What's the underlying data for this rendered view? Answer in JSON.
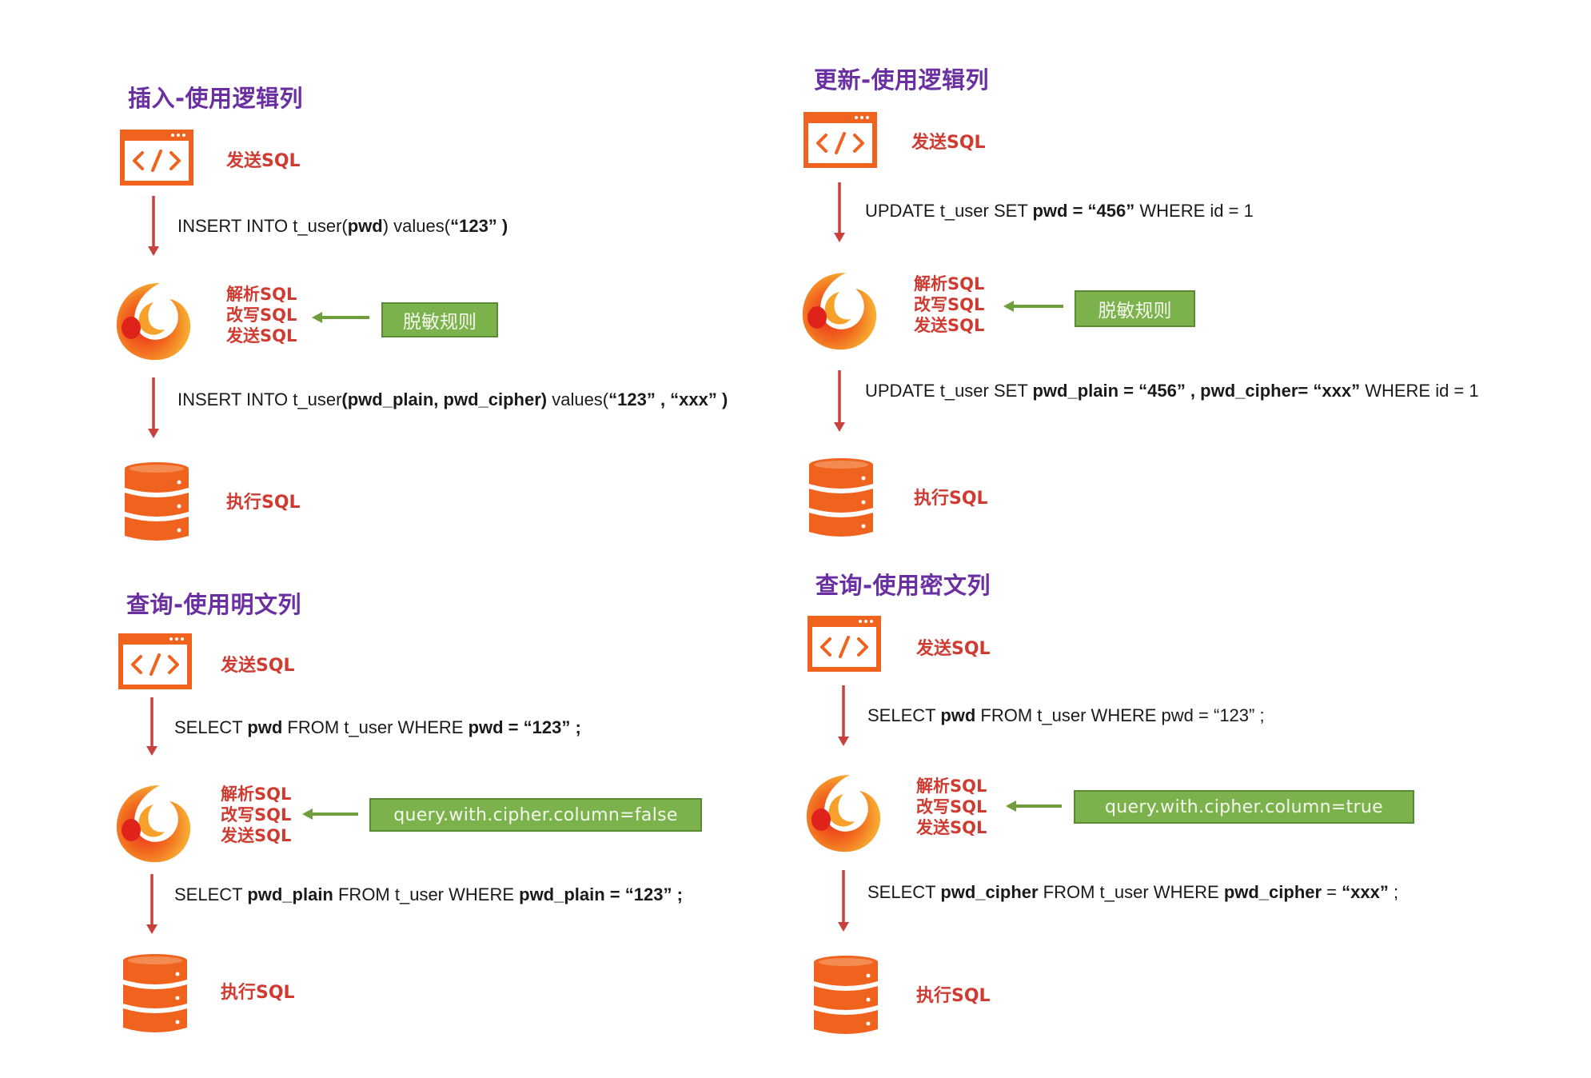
{
  "panels": [
    {
      "title": "插入-使用逻辑列",
      "send_label": "发送SQL",
      "sql_before": [
        {
          "t": "INSERT INTO t_user(",
          "b": false
        },
        {
          "t": "pwd",
          "b": true
        },
        {
          "t": ") values(",
          "b": false
        },
        {
          "t": "“123” )",
          "b": true
        }
      ],
      "process_labels": [
        "解析SQL",
        "改写SQL",
        "发送SQL"
      ],
      "rule_box": "脱敏规则",
      "sql_after": [
        {
          "t": "INSERT INTO t_user",
          "b": false
        },
        {
          "t": "(pwd_plain, pwd_cipher)",
          "b": true
        },
        {
          "t": " values(",
          "b": false
        },
        {
          "t": "“123” ,  “xxx” )",
          "b": true
        }
      ],
      "exec_label": "执行SQL"
    },
    {
      "title": "更新-使用逻辑列",
      "send_label": "发送SQL",
      "sql_before": [
        {
          "t": "UPDATE t_user SET ",
          "b": false
        },
        {
          "t": "pwd = “456”",
          "b": true
        },
        {
          "t": " WHERE id = 1",
          "b": false
        }
      ],
      "process_labels": [
        "解析SQL",
        "改写SQL",
        "发送SQL"
      ],
      "rule_box": "脱敏规则",
      "sql_after": [
        {
          "t": "UPDATE t_user SET ",
          "b": false
        },
        {
          "t": "pwd_plain = “456” , pwd_cipher= “xxx”",
          "b": true
        },
        {
          "t": "   WHERE id = 1",
          "b": false
        }
      ],
      "exec_label": "执行SQL"
    },
    {
      "title": "查询-使用明文列",
      "send_label": "发送SQL",
      "sql_before": [
        {
          "t": "SELECT ",
          "b": false
        },
        {
          "t": "pwd",
          "b": true
        },
        {
          "t": " FROM t_user WHERE ",
          "b": false
        },
        {
          "t": "pwd =  “123” ;",
          "b": true
        }
      ],
      "process_labels": [
        "解析SQL",
        "改写SQL",
        "发送SQL"
      ],
      "rule_box": "query.with.cipher.column=false",
      "sql_after": [
        {
          "t": "SELECT ",
          "b": false
        },
        {
          "t": "pwd_plain",
          "b": true
        },
        {
          "t": " FROM t_user WHERE ",
          "b": false
        },
        {
          "t": "pwd_plain =  “123” ;",
          "b": true
        }
      ],
      "exec_label": "执行SQL"
    },
    {
      "title": "查询-使用密文列",
      "send_label": "发送SQL",
      "sql_before": [
        {
          "t": "SELECT ",
          "b": false
        },
        {
          "t": "pwd",
          "b": true
        },
        {
          "t": " FROM t_user WHERE pwd =  “123” ;",
          "b": false
        }
      ],
      "process_labels": [
        "解析SQL",
        "改写SQL",
        "发送SQL"
      ],
      "rule_box": "query.with.cipher.column=true",
      "sql_after": [
        {
          "t": "SELECT ",
          "b": false
        },
        {
          "t": "pwd_cipher",
          "b": true
        },
        {
          "t": " FROM t_user WHERE ",
          "b": false
        },
        {
          "t": "pwd_cipher",
          "b": true
        },
        {
          "t": " =  ",
          "b": false
        },
        {
          "t": "“xxx”",
          "b": true
        },
        {
          "t": " ;",
          "b": false
        }
      ],
      "exec_label": "执行SQL"
    }
  ],
  "colors": {
    "title": "#6a2fa1",
    "label": "#cf3b31",
    "icon_orange": "#f0631f",
    "arrow_red": "#c8413f",
    "arrow_green": "#6f9e3c",
    "rule_box": "#7cb24b"
  },
  "icons": {
    "code": "code-window-icon",
    "engine": "shardingsphere-logo-icon",
    "database": "database-icon"
  }
}
